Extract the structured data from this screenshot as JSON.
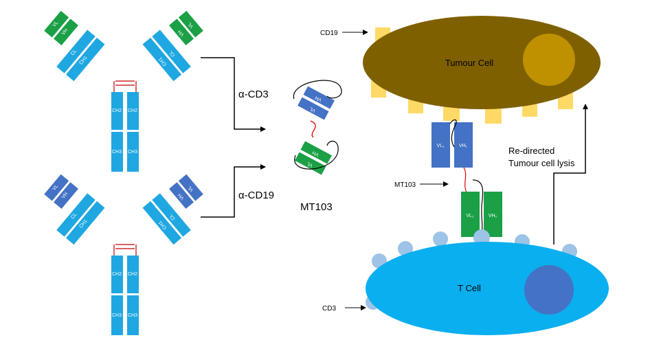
{
  "colors": {
    "heavy_constant": "#1FA7E1",
    "anti_cd3_variable": "#1BA045",
    "anti_cd19_variable": "#4472C4",
    "tumour_cell": "#7F6000",
    "tumour_nucleus": "#BF9000",
    "cd19_receptor": "#FFD966",
    "t_cell": "#0AAFEF",
    "t_cell_nucleus": "#4472C4",
    "cd3_receptor": "#9DC3E6",
    "disulfide_bond": "#C00000",
    "linker": "#E00000"
  },
  "antibody_top": {
    "arm_left": {
      "heavy_v": "VH",
      "light_v": "VL",
      "heavy_c": "CH1",
      "light_c": "CL"
    },
    "arm_right": {
      "heavy_v": "VH",
      "light_v": "VL",
      "heavy_c": "CH1",
      "light_c": "CL"
    },
    "fc": {
      "ch2": "CH2",
      "ch3": "CH3"
    }
  },
  "antibody_bottom": {
    "arm_left": {
      "heavy_v": "VH",
      "light_v": "VL",
      "heavy_c": "CH1",
      "light_c": "CL"
    },
    "arm_right": {
      "heavy_v": "VH",
      "light_v": "VL",
      "heavy_c": "CH1",
      "light_c": "CL"
    },
    "fc": {
      "ch2": "CH2",
      "ch3": "CH3"
    }
  },
  "labels": {
    "alpha_cd3": "α-CD3",
    "alpha_cd19": "α-CD19",
    "mt103_product": "MT103",
    "cd19": "CD19",
    "tumour_cell": "Tumour Cell",
    "mt103_pointer": "MT103",
    "redirect_line1": "Re-directed",
    "redirect_line2": "Tumour cell lysis",
    "t_cell": "T Cell",
    "cd3": "CD3"
  },
  "bite_domains": {
    "vl_cd19": "VL",
    "vh_cd19": "VH",
    "vl_cd3": "VL",
    "vh_cd3": "VH",
    "vl_cd19_bound": "VL₁",
    "vh_cd19_bound": "VH₁",
    "vl_cd3_bound": "VL₂",
    "vh_cd3_bound": "VH₂"
  }
}
